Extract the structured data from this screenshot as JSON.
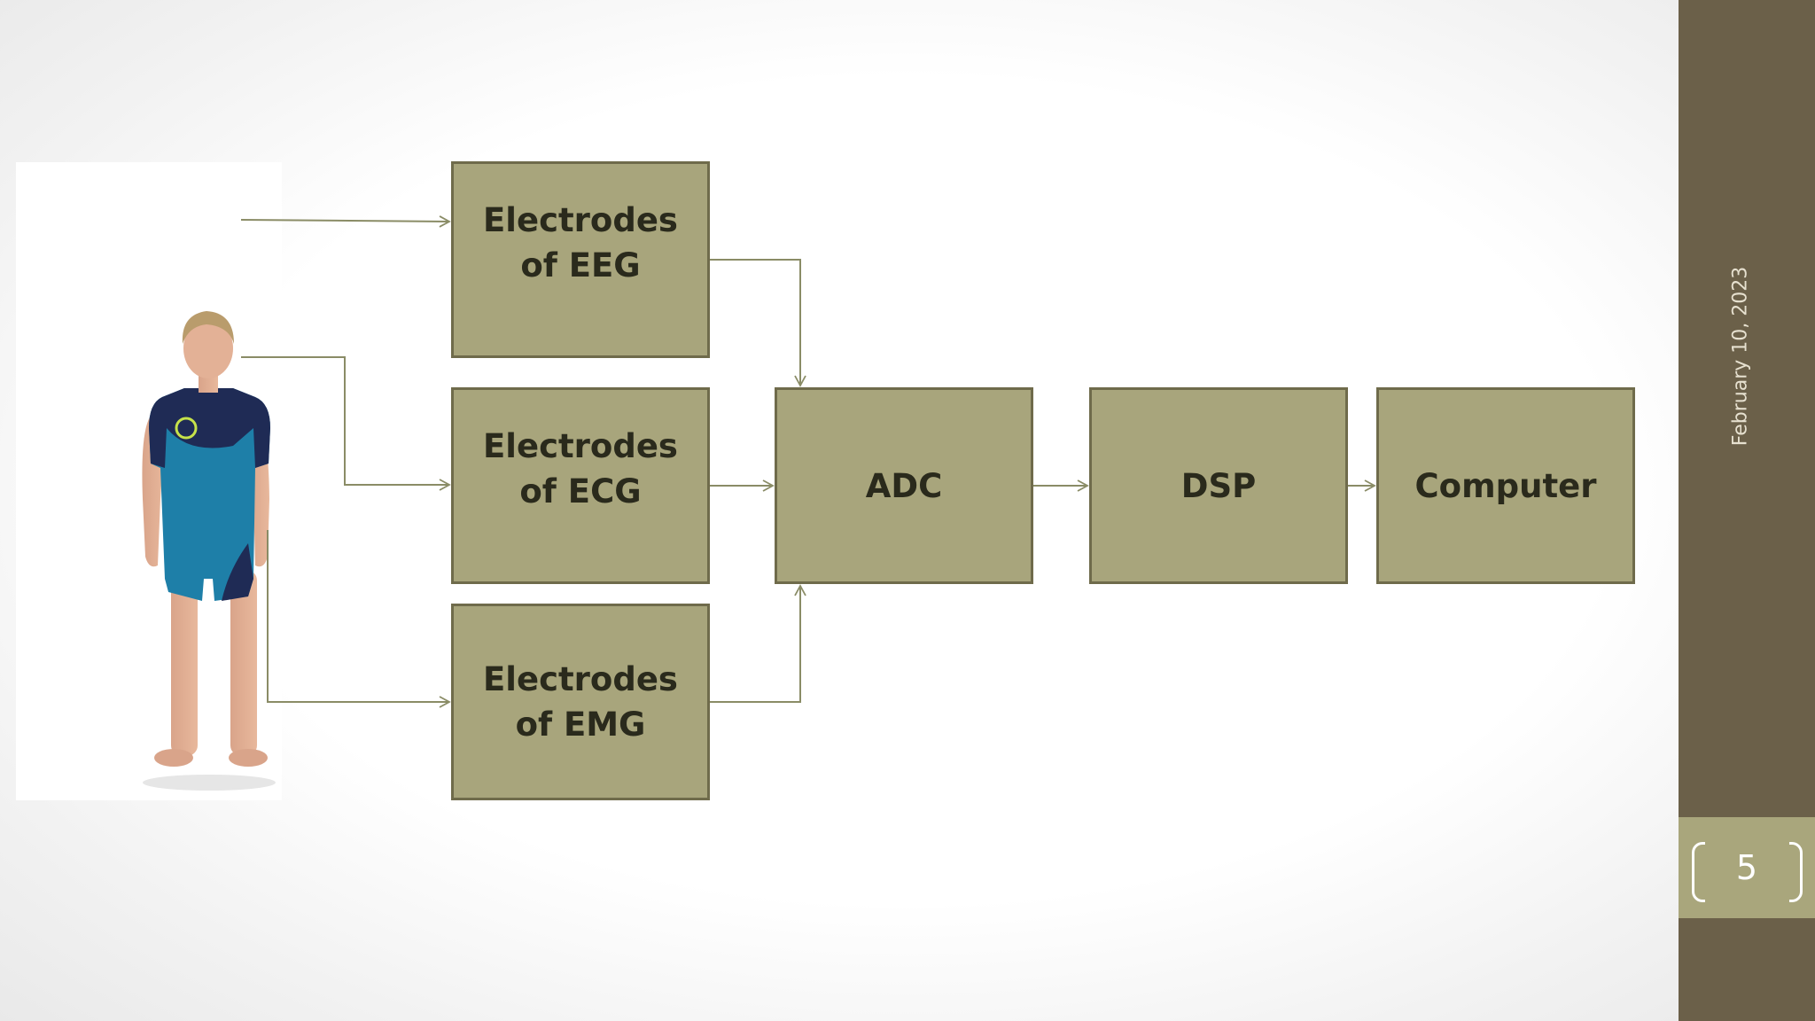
{
  "diagram": {
    "boxes": {
      "eeg": "Electrodes of EEG",
      "ecg": "Electrodes of ECG",
      "emg": "Electrodes of EMG",
      "adc": "ADC",
      "dsp": "DSP",
      "computer": "Computer"
    }
  },
  "sidebar": {
    "date": "February 10, 2023",
    "page_number": "5"
  },
  "colors": {
    "box_fill": "#a8a57c",
    "box_border": "#6f6b4b",
    "arrow": "#8a8c66",
    "sidebar": "#6b6049",
    "page_box": "#a9a67c"
  },
  "icons": {
    "person_photo": "person-wetsuit-image"
  }
}
